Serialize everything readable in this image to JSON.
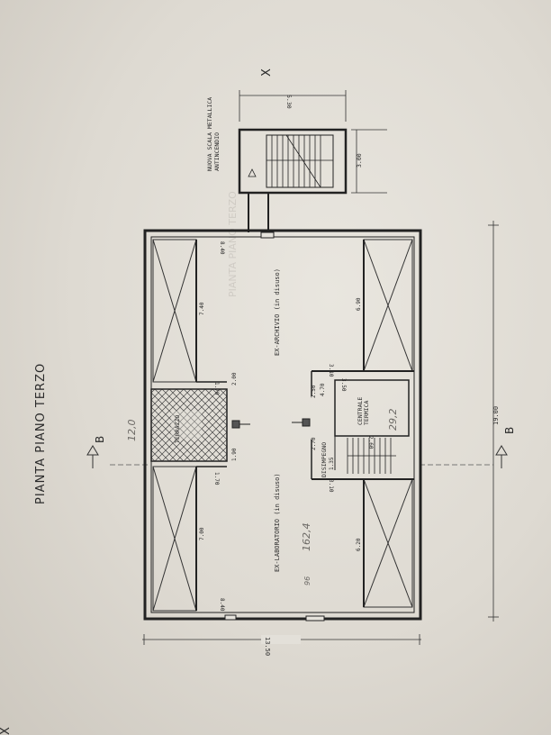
{
  "title": "PIANTA PIANO TERZO",
  "section_marker": "B",
  "axis_marker": "X",
  "rooms": {
    "archivio": "EX-ARCHIVIO (in disuso)",
    "laboratorio": "EX-LABORATORIO (in disuso)",
    "terrazzo": "TERRAZZO",
    "centrale_1": "CENTRALE",
    "centrale_2": "TERMICA",
    "disimpegno": "DISIMPEGNO"
  },
  "stair_note_1": "NUOVA SCALA METALLICA",
  "stair_note_2": "ANTINCENDIO",
  "dimensions": {
    "total_length": "19.00",
    "total_width": "13.50",
    "stair_width": "5.30",
    "stair_depth": "3.00",
    "d_840_a": "8.40",
    "d_840_b": "8.40",
    "d_740": "7.40",
    "d_700": "7.00",
    "d_690": "6.90",
    "d_620": "6.20",
    "d_310_a": "3.10",
    "d_310_b": "3.10",
    "d_350": "3.50",
    "d_470": "4.70",
    "d_250": "2.50",
    "d_270": "2.70",
    "d_260": "2.60",
    "d_135": "1.35",
    "d_170_a": "1.70",
    "d_170_b": "1.70",
    "d_200": "2.00",
    "d_190": "1.90"
  },
  "handwritten": {
    "n1": "12,0",
    "n2": "29,2",
    "n3": "162,4",
    "n4": "96"
  }
}
